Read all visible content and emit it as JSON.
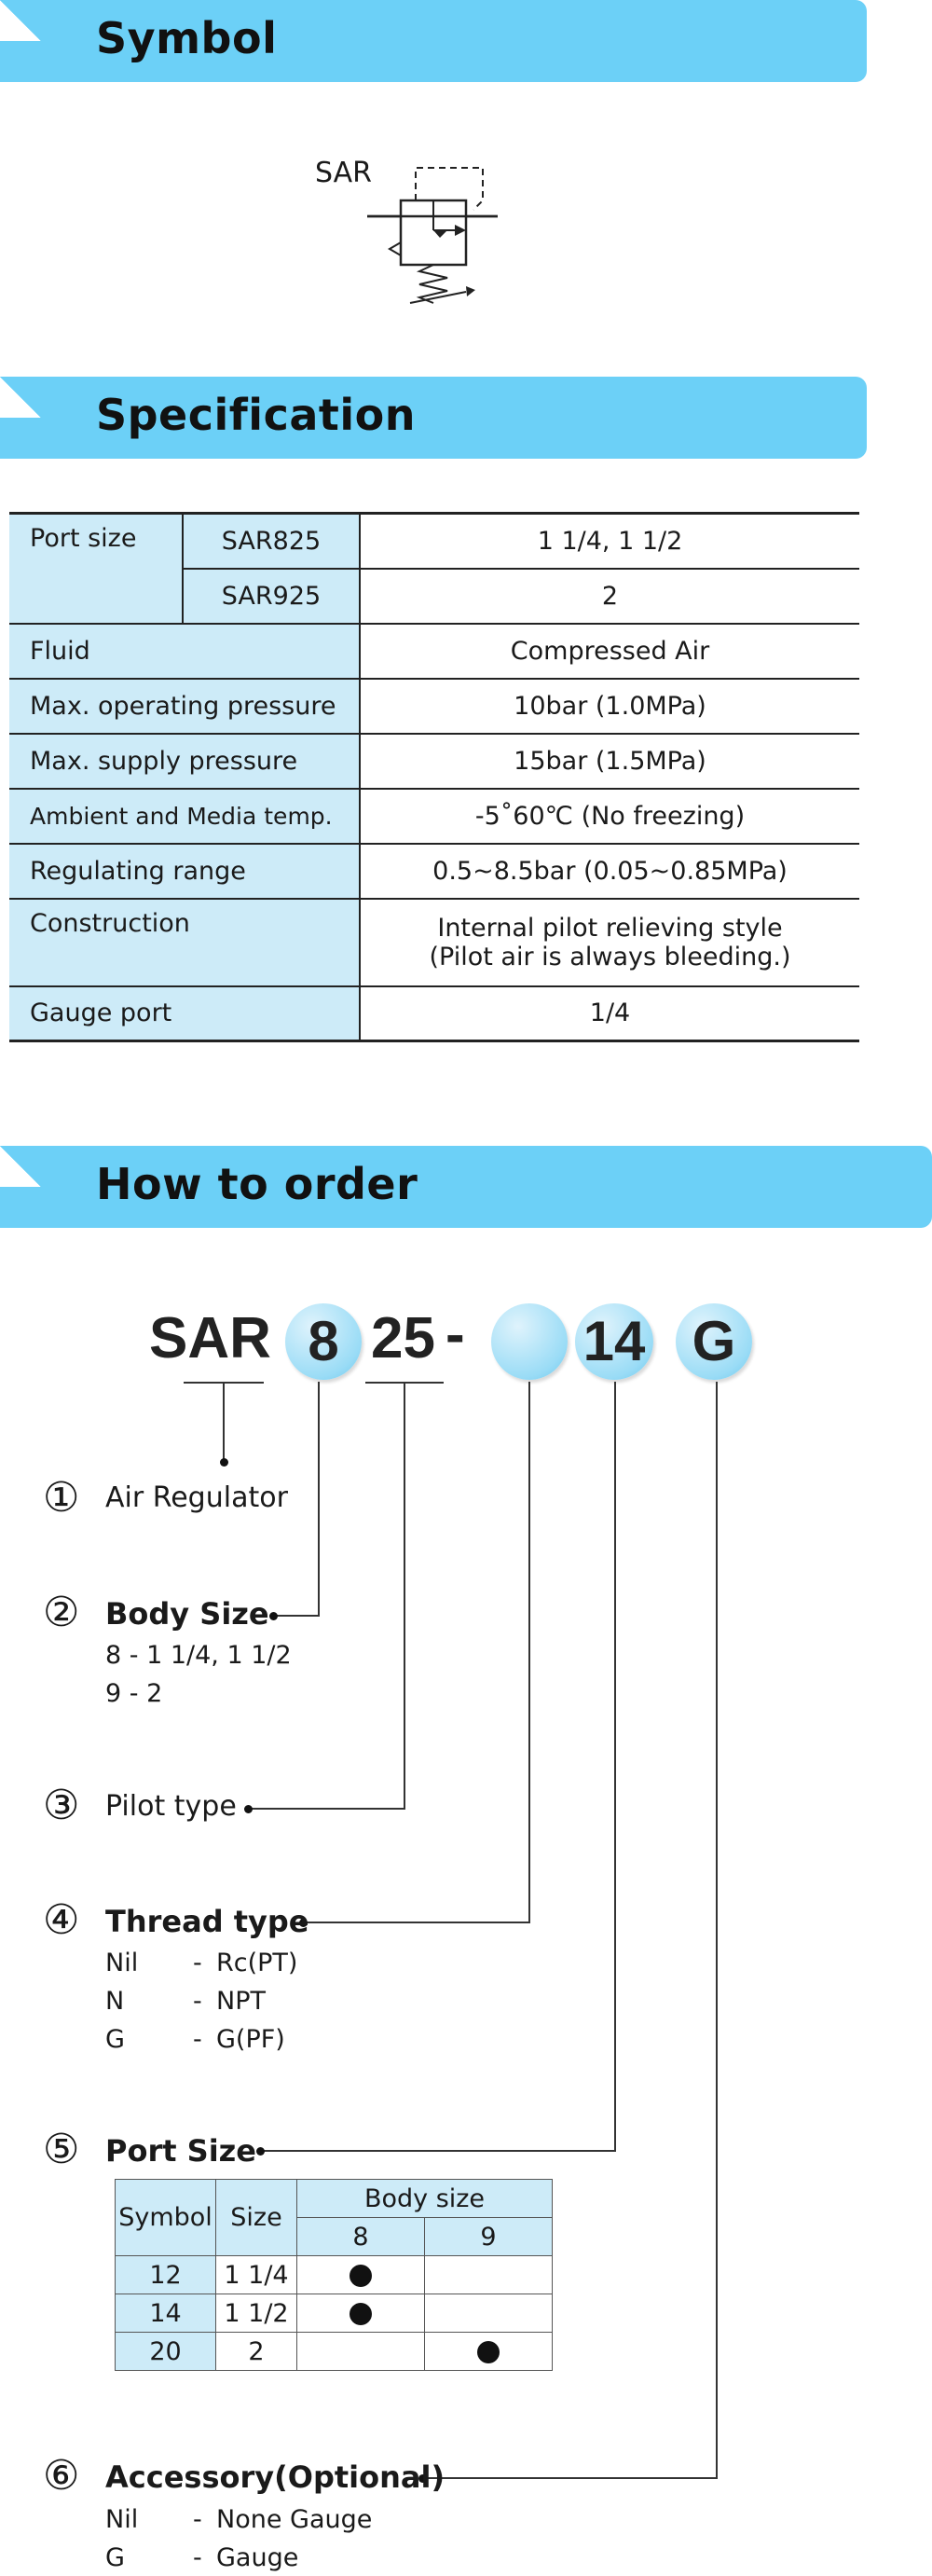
{
  "sections": {
    "symbol": "Symbol",
    "specification": "Specification",
    "how_to_order": "How to order"
  },
  "symbol": {
    "label": "SAR"
  },
  "spec": {
    "port_size_label": "Port size",
    "port_rows": [
      {
        "model": "SAR825",
        "value": "1 1/4, 1 1/2"
      },
      {
        "model": "SAR925",
        "value": "2"
      }
    ],
    "rows": [
      {
        "label": "Fluid",
        "value": "Compressed Air"
      },
      {
        "label": "Max. operating pressure",
        "value": "10bar (1.0MPa)"
      },
      {
        "label": "Max. supply pressure",
        "value": "15bar (1.5MPa)"
      },
      {
        "label": "Ambient and Media temp.",
        "value": "-5˚60℃ (No freezing)"
      },
      {
        "label": "Regulating range",
        "value": "0.5~8.5bar (0.05~0.85MPa)"
      }
    ],
    "construction": {
      "label": "Construction",
      "line1": "Internal pilot relieving style",
      "line2": "(Pilot air is always bleeding.)"
    },
    "gauge": {
      "label": "Gauge port",
      "value": "1/4"
    }
  },
  "order": {
    "code_prefix": "SAR",
    "code_body": "8",
    "code_pilot": "25",
    "code_dash": "-",
    "code_thread": "",
    "code_port": "14",
    "code_accessory": "G",
    "items": {
      "n1": "①",
      "t1": "Air Regulator",
      "n2": "②",
      "t2": "Body Size",
      "t2_l1": "8 - 1 1/4, 1 1/2",
      "t2_l2": "9 - 2",
      "n3": "③",
      "t3": "Pilot type",
      "n4": "④",
      "t4": "Thread type",
      "t4_rows": [
        {
          "code": "Nil",
          "dash": "-",
          "desc": "Rc(PT)"
        },
        {
          "code": "N",
          "dash": "-",
          "desc": "NPT"
        },
        {
          "code": "G",
          "dash": "-",
          "desc": "G(PF)"
        }
      ],
      "n5": "⑤",
      "t5": "Port Size",
      "n6": "⑥",
      "t6": "Accessory(Optional)",
      "t6_rows": [
        {
          "code": "Nil",
          "dash": "-",
          "desc": "None Gauge"
        },
        {
          "code": "G",
          "dash": "-",
          "desc": "Gauge"
        }
      ]
    },
    "port_table": {
      "h_symbol": "Symbol",
      "h_size": "Size",
      "h_body": "Body size",
      "h_8": "8",
      "h_9": "9",
      "rows": [
        {
          "symbol": "12",
          "size": "1 1/4",
          "b8": true,
          "b9": false
        },
        {
          "symbol": "14",
          "size": "1 1/2",
          "b8": true,
          "b9": false
        },
        {
          "symbol": "20",
          "size": "2",
          "b8": false,
          "b9": true
        }
      ]
    }
  }
}
